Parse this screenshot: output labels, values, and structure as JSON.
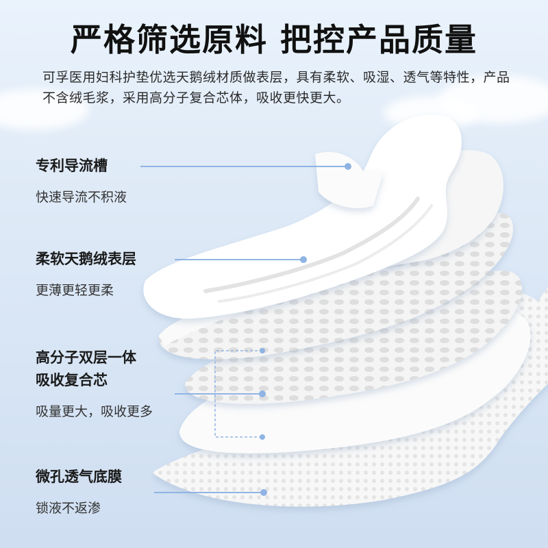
{
  "headline": "严格筛选原料 把控产品质量",
  "intro": "可孚医用妇科护垫优选天鹅绒材质做表层，具有柔软、吸湿、透气等特性，产品不含绒毛浆，采用高分子复合芯体，吸收更快更大。",
  "features": [
    {
      "title_lines": [
        "专利导流槽"
      ],
      "desc": "快速导流不积液"
    },
    {
      "title_lines": [
        "柔软天鹅绒表层"
      ],
      "desc": "更薄更轻更柔"
    },
    {
      "title_lines": [
        "高分子双层一体",
        "吸收复合芯"
      ],
      "desc": "吸量更大，吸收更多"
    },
    {
      "title_lines": [
        "微孔透气底膜"
      ],
      "desc": "锁液不返渗"
    }
  ],
  "colors": {
    "accent": "#8fb4e3",
    "background": "#dde9f6"
  }
}
